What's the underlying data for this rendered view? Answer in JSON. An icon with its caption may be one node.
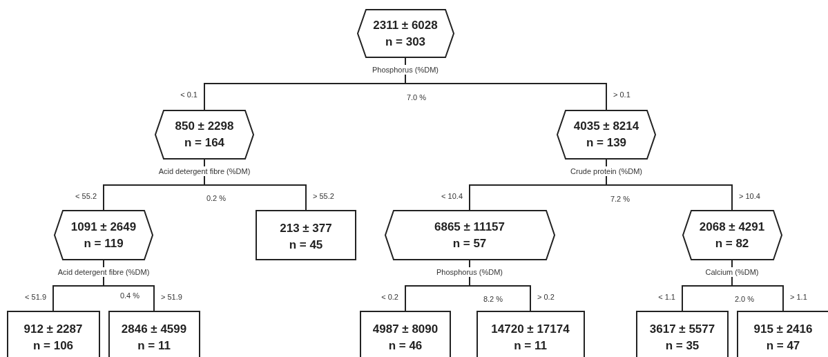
{
  "diagram": {
    "nodes": [
      {
        "text": [
          "2311 ± 6028",
          "n = 303"
        ],
        "beside": [
          "Phosphorus (%DM)"
        ]
      },
      {
        "text": [
          "850 ± 2298",
          "n = 164"
        ],
        "beside": [
          "Acid detergent fibre (%DM)"
        ]
      },
      {
        "text": [
          "4035 ± 8214",
          "n = 139"
        ],
        "beside": [
          "Crude protein (%DM)"
        ]
      },
      {
        "text": [
          "1091 ± 2649",
          "n = 119"
        ],
        "beside": [
          "Acid detergent fibre (%DM)"
        ]
      },
      {
        "text": [
          "213 ± 377",
          "n = 45"
        ]
      },
      {
        "text": [
          "6865 ± 11157",
          "n = 57"
        ],
        "beside": [
          "Phosphorus (%DM)"
        ]
      },
      {
        "text": [
          "2068 ± 4291",
          "n = 82"
        ],
        "beside": [
          "Calcium (%DM)"
        ]
      },
      {
        "text": [
          "912 ± 2287",
          "n = 106"
        ]
      },
      {
        "text": [
          "2846 ± 4599",
          "n = 11"
        ]
      },
      {
        "text": [
          "4987 ± 8090",
          "n = 46"
        ]
      },
      {
        "text": [
          "14720 ± 17174",
          "n = 11"
        ]
      },
      {
        "text": [
          "3617 ± 5577",
          "n = 35"
        ]
      },
      {
        "text": [
          "915 ± 2416",
          "n = 47"
        ]
      }
    ],
    "edges": [
      {
        "from": 0,
        "to": 1,
        "arrow": "none",
        "label": "< 0.1"
      },
      {
        "from": 0,
        "to": 2,
        "arrow": "none",
        "label": "> 0.1"
      },
      {
        "from": 1,
        "to": 3,
        "arrow": "none",
        "label": "< 55.2"
      },
      {
        "from": 1,
        "to": 4,
        "arrow": "none",
        "label": "> 55.2"
      },
      {
        "from": 2,
        "to": 5,
        "arrow": "none",
        "label": "< 10.4"
      },
      {
        "from": 2,
        "to": 6,
        "arrow": "none",
        "label": "> 10.4"
      },
      {
        "from": 3,
        "to": 7,
        "arrow": "none",
        "label": "< 51.9"
      },
      {
        "from": 3,
        "to": 8,
        "arrow": "none",
        "label": "> 51.9"
      },
      {
        "from": 5,
        "to": 9,
        "arrow": "none",
        "label": "< 0.2"
      },
      {
        "from": 5,
        "to": 10,
        "arrow": "none",
        "label": "> 0.2"
      },
      {
        "from": 6,
        "to": 11,
        "arrow": "none",
        "label": "< 1.1"
      },
      {
        "from": 6,
        "to": 12,
        "arrow": "none",
        "label": "> 1.1"
      }
    ],
    "labels": [
      "7.0 %",
      "0.2 %",
      "7.2 %",
      "0.4 %",
      "8.2 %",
      "2.0 %"
    ]
  }
}
